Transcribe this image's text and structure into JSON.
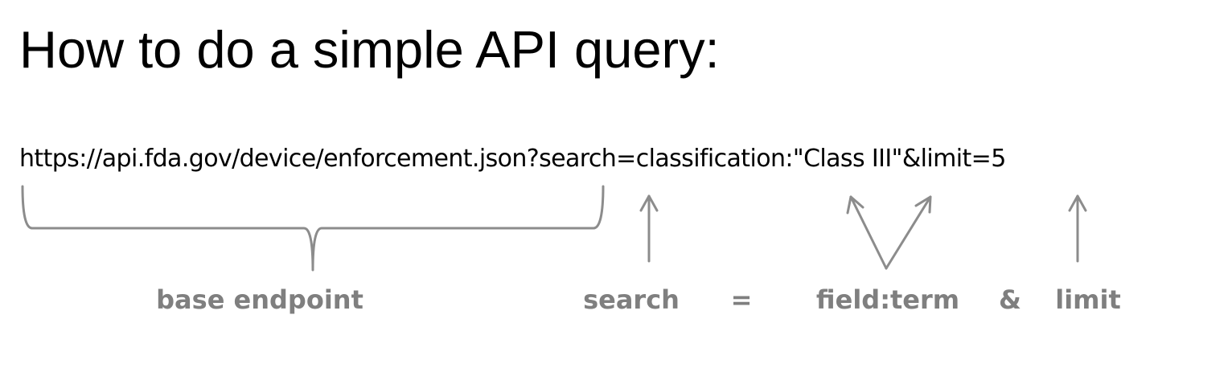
{
  "title": "How to do a simple API query:",
  "url": "https://api.fda.gov/device/enforcement.json?search=classification:\"Class III\"&limit=5",
  "labels": {
    "base_endpoint": "base endpoint",
    "search": "search",
    "equals": "=",
    "field_term": "field:term",
    "ampersand": "&",
    "limit": "limit"
  },
  "colors": {
    "annotation": "#7f7f7f",
    "text": "#000000",
    "background": "#ffffff"
  }
}
